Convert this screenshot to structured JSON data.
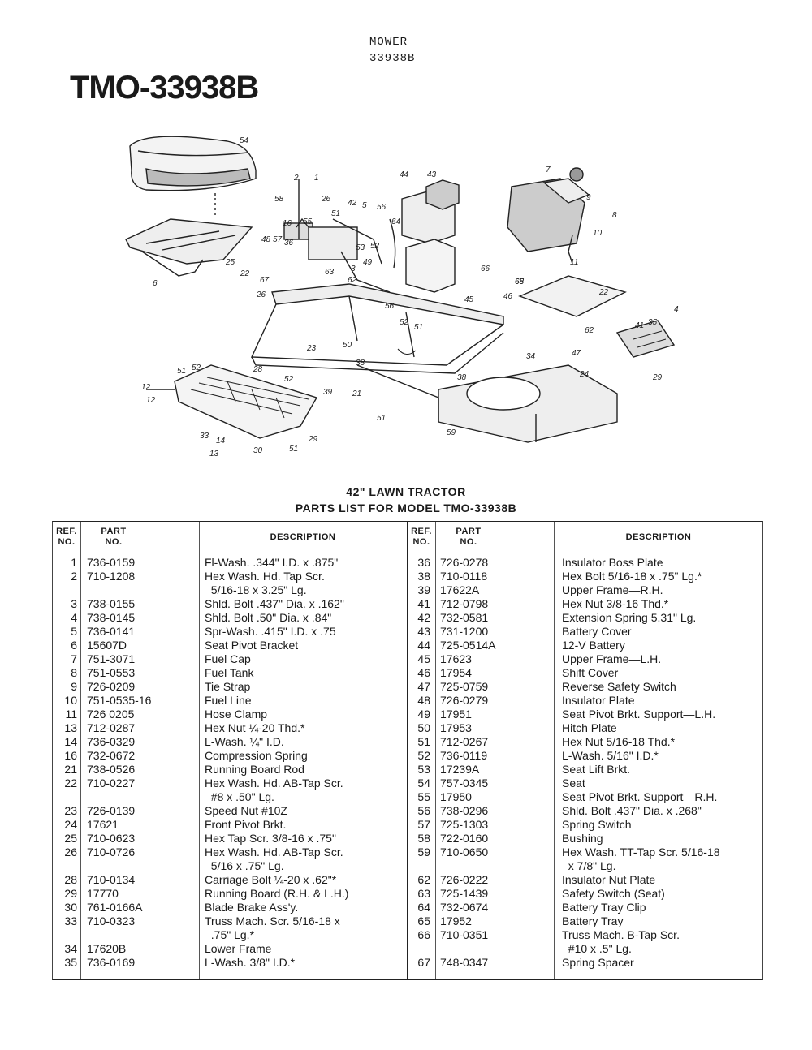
{
  "header": {
    "line1": "MOWER",
    "line2": "33938B",
    "model_title": "TMO-33938B"
  },
  "diagram": {
    "callouts": [
      {
        "id": "c54",
        "t": "54"
      },
      {
        "id": "c2",
        "t": "2"
      },
      {
        "id": "c1",
        "t": "1"
      },
      {
        "id": "c58",
        "t": "58"
      },
      {
        "id": "c26a",
        "t": "26"
      },
      {
        "id": "c16",
        "t": "16"
      },
      {
        "id": "c55",
        "t": "55"
      },
      {
        "id": "c51a",
        "t": "51"
      },
      {
        "id": "c42",
        "t": "42"
      },
      {
        "id": "c5",
        "t": "5"
      },
      {
        "id": "c56",
        "t": "56"
      },
      {
        "id": "c44",
        "t": "44"
      },
      {
        "id": "c43",
        "t": "43"
      },
      {
        "id": "c7",
        "t": "7"
      },
      {
        "id": "c9",
        "t": "9"
      },
      {
        "id": "c8",
        "t": "8"
      },
      {
        "id": "c10",
        "t": "10"
      },
      {
        "id": "c11",
        "t": "11"
      },
      {
        "id": "c64",
        "t": "64"
      },
      {
        "id": "c53",
        "t": "53"
      },
      {
        "id": "c48",
        "t": "48"
      },
      {
        "id": "c57",
        "t": "57"
      },
      {
        "id": "c36",
        "t": "36"
      },
      {
        "id": "c52a",
        "t": "52"
      },
      {
        "id": "c49",
        "t": "49"
      },
      {
        "id": "c3",
        "t": "3"
      },
      {
        "id": "c66",
        "t": "66"
      },
      {
        "id": "c65",
        "t": "65"
      },
      {
        "id": "c25",
        "t": "25"
      },
      {
        "id": "c6",
        "t": "6"
      },
      {
        "id": "c22a",
        "t": "22"
      },
      {
        "id": "c67",
        "t": "67"
      },
      {
        "id": "c63",
        "t": "63"
      },
      {
        "id": "c62a",
        "t": "62"
      },
      {
        "id": "c26b",
        "t": "26"
      },
      {
        "id": "c45",
        "t": "45"
      },
      {
        "id": "c46",
        "t": "46"
      },
      {
        "id": "c68",
        "t": "68"
      },
      {
        "id": "c22b",
        "t": "22"
      },
      {
        "id": "c4",
        "t": "4"
      },
      {
        "id": "c41",
        "t": "41"
      },
      {
        "id": "c35",
        "t": "35"
      },
      {
        "id": "c62b",
        "t": "62"
      },
      {
        "id": "c47",
        "t": "47"
      },
      {
        "id": "c29a",
        "t": "29"
      },
      {
        "id": "c23",
        "t": "23"
      },
      {
        "id": "c50",
        "t": "50"
      },
      {
        "id": "c52b",
        "t": "52"
      },
      {
        "id": "c51b",
        "t": "51"
      },
      {
        "id": "c38a",
        "t": "38"
      },
      {
        "id": "c34",
        "t": "34"
      },
      {
        "id": "c24",
        "t": "24"
      },
      {
        "id": "c51c",
        "t": "51"
      },
      {
        "id": "c56b",
        "t": "56"
      },
      {
        "id": "c28",
        "t": "28"
      },
      {
        "id": "c52c",
        "t": "52"
      },
      {
        "id": "c39",
        "t": "39"
      },
      {
        "id": "c21",
        "t": "21"
      },
      {
        "id": "c38b",
        "t": "38"
      },
      {
        "id": "c12a",
        "t": "12"
      },
      {
        "id": "c12b",
        "t": "12"
      },
      {
        "id": "c51d",
        "t": "51"
      },
      {
        "id": "c52d",
        "t": "52"
      },
      {
        "id": "c59",
        "t": "59"
      },
      {
        "id": "c33",
        "t": "33"
      },
      {
        "id": "c14",
        "t": "14"
      },
      {
        "id": "c13",
        "t": "13"
      },
      {
        "id": "c30",
        "t": "30"
      },
      {
        "id": "c51e",
        "t": "51"
      },
      {
        "id": "c29b",
        "t": "29"
      }
    ]
  },
  "captions": {
    "line1": "42\" LAWN TRACTOR",
    "line2": "PARTS LIST FOR MODEL TMO-33938B"
  },
  "table": {
    "headers": {
      "ref_l1": "REF.",
      "ref_l2": "NO.",
      "part_l1": "PART",
      "part_l2": "NO.",
      "desc": "DESCRIPTION"
    },
    "left": [
      {
        "ref": "1",
        "part": "736-0159",
        "desc": "Fl-Wash. .344\" I.D. x .875\""
      },
      {
        "ref": "2",
        "part": "710-1208",
        "desc": "Hex Wash. Hd. Tap Scr.\n  5/16-18 x 3.25\" Lg."
      },
      {
        "ref": "3",
        "part": "738-0155",
        "desc": "Shld. Bolt .437\" Dia. x .162\""
      },
      {
        "ref": "4",
        "part": "738-0145",
        "desc": "Shld. Bolt .50\" Dia. x .84\""
      },
      {
        "ref": "5",
        "part": "736-0141",
        "desc": "Spr-Wash. .415\" I.D. x .75"
      },
      {
        "ref": "6",
        "part": "15607D",
        "desc": "Seat Pivot Bracket"
      },
      {
        "ref": "7",
        "part": "751-3071",
        "desc": "Fuel Cap"
      },
      {
        "ref": "8",
        "part": "751-0553",
        "desc": "Fuel Tank"
      },
      {
        "ref": "9",
        "part": "726-0209",
        "desc": "Tie Strap"
      },
      {
        "ref": "10",
        "part": "751-0535-16",
        "desc": "Fuel Line"
      },
      {
        "ref": "11",
        "part": "726 0205",
        "desc": "Hose Clamp"
      },
      {
        "ref": "13",
        "part": "712-0287",
        "desc": "Hex Nut ¼-20 Thd.*"
      },
      {
        "ref": "14",
        "part": "736-0329",
        "desc": "L-Wash. ¼\" I.D."
      },
      {
        "ref": "16",
        "part": "732-0672",
        "desc": "Compression Spring"
      },
      {
        "ref": "21",
        "part": "738-0526",
        "desc": "Running Board Rod"
      },
      {
        "ref": "22",
        "part": "710-0227",
        "desc": "Hex Wash. Hd. AB-Tap Scr.\n  #8 x .50\" Lg."
      },
      {
        "ref": "23",
        "part": "726-0139",
        "desc": "Speed Nut #10Z"
      },
      {
        "ref": "24",
        "part": "17621",
        "desc": "Front Pivot Brkt."
      },
      {
        "ref": "25",
        "part": "710-0623",
        "desc": "Hex Tap Scr. 3/8-16 x .75\""
      },
      {
        "ref": "26",
        "part": "710-0726",
        "desc": "Hex Wash. Hd. AB-Tap Scr.\n  5/16 x .75\" Lg."
      },
      {
        "ref": "28",
        "part": "710-0134",
        "desc": "Carriage Bolt ¼-20 x .62\"*"
      },
      {
        "ref": "29",
        "part": "17770",
        "desc": "Running Board (R.H. & L.H.)"
      },
      {
        "ref": "30",
        "part": "761-0166A",
        "desc": "Blade Brake Ass'y."
      },
      {
        "ref": "33",
        "part": "710-0323",
        "desc": "Truss Mach. Scr. 5/16-18 x\n  .75\" Lg.*"
      },
      {
        "ref": "34",
        "part": "17620B",
        "desc": "Lower Frame"
      },
      {
        "ref": "35",
        "part": "736-0169",
        "desc": "L-Wash. 3/8\" I.D.*"
      }
    ],
    "right": [
      {
        "ref": "36",
        "part": "726-0278",
        "desc": "Insulator Boss Plate"
      },
      {
        "ref": "38",
        "part": "710-0118",
        "desc": "Hex Bolt 5/16-18 x .75\" Lg.*"
      },
      {
        "ref": "39",
        "part": "17622A",
        "desc": "Upper Frame—R.H."
      },
      {
        "ref": "41",
        "part": "712-0798",
        "desc": "Hex Nut 3/8-16 Thd.*"
      },
      {
        "ref": "42",
        "part": "732-0581",
        "desc": "Extension Spring 5.31\" Lg."
      },
      {
        "ref": "43",
        "part": "731-1200",
        "desc": "Battery Cover"
      },
      {
        "ref": "44",
        "part": "725-0514A",
        "desc": "12-V Battery"
      },
      {
        "ref": "45",
        "part": "17623",
        "desc": "Upper Frame—L.H."
      },
      {
        "ref": "46",
        "part": "17954",
        "desc": "Shift Cover"
      },
      {
        "ref": "47",
        "part": "725-0759",
        "desc": "Reverse Safety Switch"
      },
      {
        "ref": "48",
        "part": "726-0279",
        "desc": "Insulator Plate"
      },
      {
        "ref": "49",
        "part": "17951",
        "desc": "Seat Pivot Brkt. Support—L.H."
      },
      {
        "ref": "50",
        "part": "17953",
        "desc": "Hitch Plate"
      },
      {
        "ref": "51",
        "part": "712-0267",
        "desc": "Hex Nut 5/16-18 Thd.*"
      },
      {
        "ref": "52",
        "part": "736-0119",
        "desc": "L-Wash. 5/16\" I.D.*"
      },
      {
        "ref": "53",
        "part": "17239A",
        "desc": "Seat Lift Brkt."
      },
      {
        "ref": "54",
        "part": "757-0345",
        "desc": "Seat"
      },
      {
        "ref": "55",
        "part": "17950",
        "desc": "Seat Pivot Brkt. Support—R.H."
      },
      {
        "ref": "56",
        "part": "738-0296",
        "desc": "Shld. Bolt .437\" Dia. x .268\""
      },
      {
        "ref": "57",
        "part": "725-1303",
        "desc": "Spring Switch"
      },
      {
        "ref": "58",
        "part": "722-0160",
        "desc": "Bushing"
      },
      {
        "ref": "59",
        "part": "710-0650",
        "desc": "Hex Wash. TT-Tap Scr. 5/16-18\n  x 7/8\" Lg."
      },
      {
        "ref": "62",
        "part": "726-0222",
        "desc": "Insulator Nut Plate"
      },
      {
        "ref": "63",
        "part": "725-1439",
        "desc": "Safety Switch (Seat)"
      },
      {
        "ref": "64",
        "part": "732-0674",
        "desc": "Battery Tray Clip"
      },
      {
        "ref": "65",
        "part": "17952",
        "desc": "Battery Tray"
      },
      {
        "ref": "66",
        "part": "710-0351",
        "desc": "Truss Mach. B-Tap Scr.\n  #10 x .5\" Lg."
      },
      {
        "ref": "67",
        "part": "748-0347",
        "desc": "Spring Spacer"
      }
    ]
  }
}
